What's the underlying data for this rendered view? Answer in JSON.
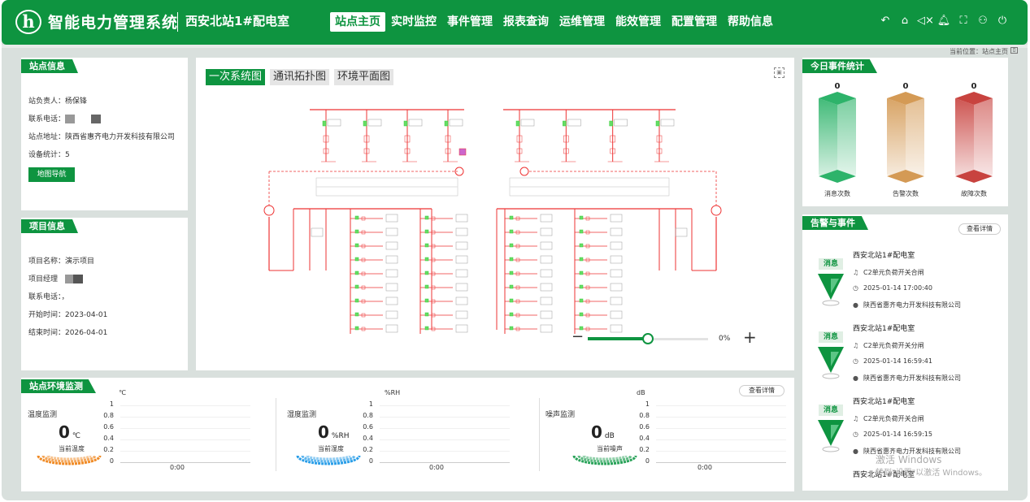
{
  "header": {
    "logo_letter": "h",
    "system_title": "智能电力管理系统",
    "station_title": "西安北站1#配电室",
    "nav": [
      "站点主页",
      "实时监控",
      "事件管理",
      "报表查询",
      "运维管理",
      "能效管理",
      "配置管理",
      "帮助信息"
    ],
    "active_nav": "站点主页",
    "icons": [
      "back-icon",
      "home-icon",
      "mute-icon",
      "bell-icon",
      "fullscreen-icon",
      "user-icon",
      "power-icon"
    ]
  },
  "breadcrumb": "当前位置：站点主页",
  "station_info": {
    "title": "站点信息",
    "owner_label": "站负责人：",
    "owner": "杨保锋",
    "phone_label": "联系电话：",
    "address_label": "站点地址：",
    "address": "陕西省惠齐电力开发科技有限公司",
    "devices_label": "设备统计：",
    "devices": "5",
    "map_button": "地图导航"
  },
  "project_info": {
    "title": "项目信息",
    "name_label": "项目名称：",
    "name": "演示项目",
    "manager_label": "项目经理",
    "phone_label": "联系电话：",
    "phone": "，",
    "start_label": "开始时间：",
    "start": "2023-04-01",
    "end_label": "结束时间：",
    "end": "2026-04-01"
  },
  "diagram": {
    "tabs": [
      "一次系统图",
      "通讯拓扑图",
      "环境平面图"
    ],
    "active_tab": "一次系统图",
    "zoom_percent": "0%",
    "zoom_level": 0.5
  },
  "events_today": {
    "title": "今日事件统计",
    "items": [
      {
        "label": "消息次数",
        "count": "0",
        "color": "#2db36a"
      },
      {
        "label": "告警次数",
        "count": "0",
        "color": "#d49a55"
      },
      {
        "label": "故障次数",
        "count": "0",
        "color": "#c8433f"
      }
    ]
  },
  "alarms": {
    "title": "告警与事件",
    "detail_button": "查看详情",
    "items": [
      {
        "badge": "消息",
        "station": "西安北站1#配电室",
        "event": "C2单元负荷开关合闸",
        "time": "2025-01-14 17:00:40",
        "company": "陕西省惠齐电力开发科技有限公司"
      },
      {
        "badge": "消息",
        "station": "西安北站1#配电室",
        "event": "C2单元负荷开关分闸",
        "time": "2025-01-14 16:59:41",
        "company": "陕西省惠齐电力开发科技有限公司"
      },
      {
        "badge": "消息",
        "station": "西安北站1#配电室",
        "event": "C2单元负荷开关合闸",
        "time": "2025-01-14 16:59:15",
        "company": "陕西省惠齐电力开发科技有限公司"
      }
    ],
    "partial_item": "西安北站1#配电室"
  },
  "environment": {
    "title": "站点环境监测",
    "detail_button": "查看详情",
    "sections": [
      {
        "name": "温度监测",
        "value": "0",
        "unit": "℃",
        "caption": "当前温度",
        "axis_unit": "℃",
        "color": "#f08a24"
      },
      {
        "name": "湿度监测",
        "value": "0",
        "unit": "%RH",
        "caption": "当前湿度",
        "axis_unit": "%RH",
        "color": "#2a9ee8"
      },
      {
        "name": "噪声监测",
        "value": "0",
        "unit": "dB",
        "caption": "当前噪声",
        "axis_unit": "dB",
        "color": "#2aa35a"
      }
    ]
  },
  "chart_data": [
    {
      "type": "line",
      "x": [
        "0:00"
      ],
      "series": [
        {
          "values": []
        }
      ],
      "ylim": [
        0,
        1
      ],
      "yticks": [
        "1",
        "0.8",
        "0.6",
        "0.4",
        "0.2",
        "0"
      ],
      "ylabel": "℃"
    },
    {
      "type": "line",
      "x": [
        "0:00"
      ],
      "series": [
        {
          "values": []
        }
      ],
      "ylim": [
        0,
        1
      ],
      "yticks": [
        "1",
        "0.8",
        "0.6",
        "0.4",
        "0.2",
        "0"
      ],
      "ylabel": "%RH"
    },
    {
      "type": "line",
      "x": [
        "0:00"
      ],
      "series": [
        {
          "values": []
        }
      ],
      "ylim": [
        0,
        1
      ],
      "yticks": [
        "1",
        "0.8",
        "0.6",
        "0.4",
        "0.2",
        "0"
      ],
      "ylabel": "dB"
    }
  ],
  "watermark": {
    "line1": "激活 Windows",
    "line2": "转到\"设置\"以激活 Windows。"
  }
}
